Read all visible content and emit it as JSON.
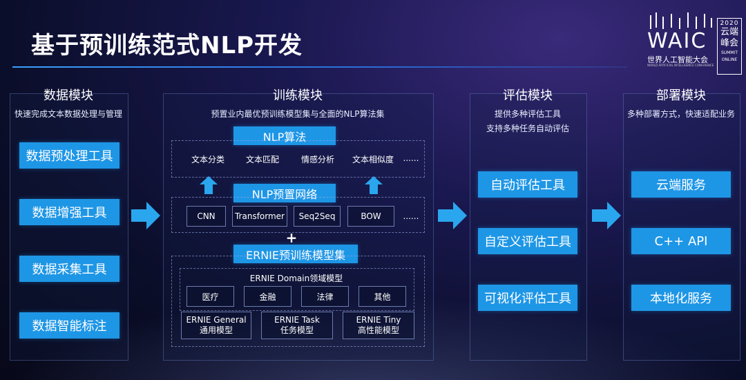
{
  "slide": {
    "title": "基于预训练范式NLP开发"
  },
  "logo": {
    "brand": "WAIC",
    "cn_name": "世界人工智能大会",
    "en_name": "WORLD ARTIFICIAL INTELLIGENCE CONFERENCE",
    "year": "2020",
    "summit_cn_1": "云端",
    "summit_cn_2": "峰会",
    "summit_en_1": "SUMMIT",
    "summit_en_2": "ONLINE"
  },
  "data_module": {
    "heading": "数据模块",
    "subtitle": "快速完成文本数据处理与管理",
    "items": [
      "数据预处理工具",
      "数据增强工具",
      "数据采集工具",
      "数据智能标注"
    ]
  },
  "train_module": {
    "heading": "训练模块",
    "subtitle": "预置业内最优预训练模型集与全面的NLP算法集",
    "nlp_algo_label": "NLP算法",
    "algos": [
      "文本分类",
      "文本匹配",
      "情感分析",
      "文本相似度",
      "......"
    ],
    "nlp_net_label": "NLP预置网络",
    "nets": [
      "CNN",
      "Transformer",
      "Seq2Seq",
      "BOW",
      "......"
    ],
    "plus": "+",
    "ernie_label": "ERNIE预训练模型集",
    "domain_label": "ERNIE Domain领域模型",
    "domains": [
      "医疗",
      "金融",
      "法律",
      "其他"
    ],
    "general_models": [
      {
        "name": "ERNIE General",
        "desc": "通用模型"
      },
      {
        "name": "ERNIE Task",
        "desc": "任务模型"
      },
      {
        "name": "ERNIE Tiny",
        "desc": "高性能模型"
      }
    ]
  },
  "eval_module": {
    "heading": "评估模块",
    "subtitle_1": "提供多种评估工具",
    "subtitle_2": "支持多种任务自动评估",
    "items": [
      "自动评估工具",
      "自定义评估工具",
      "可视化评估工具"
    ]
  },
  "deploy_module": {
    "heading": "部署模块",
    "subtitle": "多种部署方式，快速适配业务",
    "items": [
      "云端服务",
      "C++ API",
      "本地化服务"
    ]
  },
  "colors": {
    "accent": "#1e96e6",
    "arrow": "#2aa6ee"
  }
}
